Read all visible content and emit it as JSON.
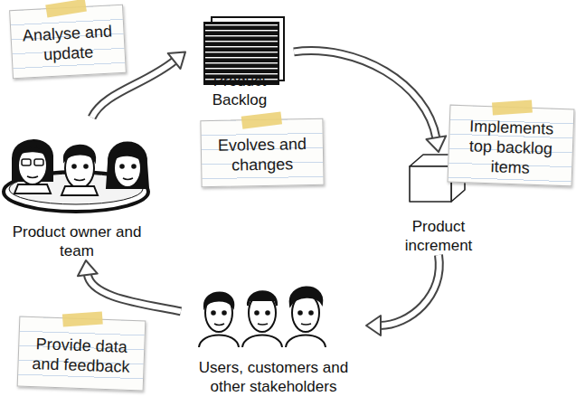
{
  "diagram": {
    "nodes": [
      {
        "text": [
          "Analyse and update"
        ]
      },
      {
        "text": [
          "Product Backlog"
        ]
      },
      {
        "text": [
          "Evolves and changes"
        ]
      },
      {
        "text": [
          "Implements top backlog items"
        ]
      },
      {
        "text": [
          "Product owner and team"
        ]
      },
      {
        "text": [
          "Product increment"
        ]
      },
      {
        "text": [
          "Provide data and feedback"
        ]
      },
      {
        "text": [
          "Users, customers and other stakeholders"
        ]
      }
    ],
    "edges": [
      {
        "from": 1,
        "to": 5,
        "arrow": "to"
      },
      {
        "from": 5,
        "to": 7,
        "arrow": "to"
      },
      {
        "from": 7,
        "to": 4,
        "arrow": "to"
      },
      {
        "from": 4,
        "to": 1,
        "arrow": "to"
      }
    ]
  }
}
